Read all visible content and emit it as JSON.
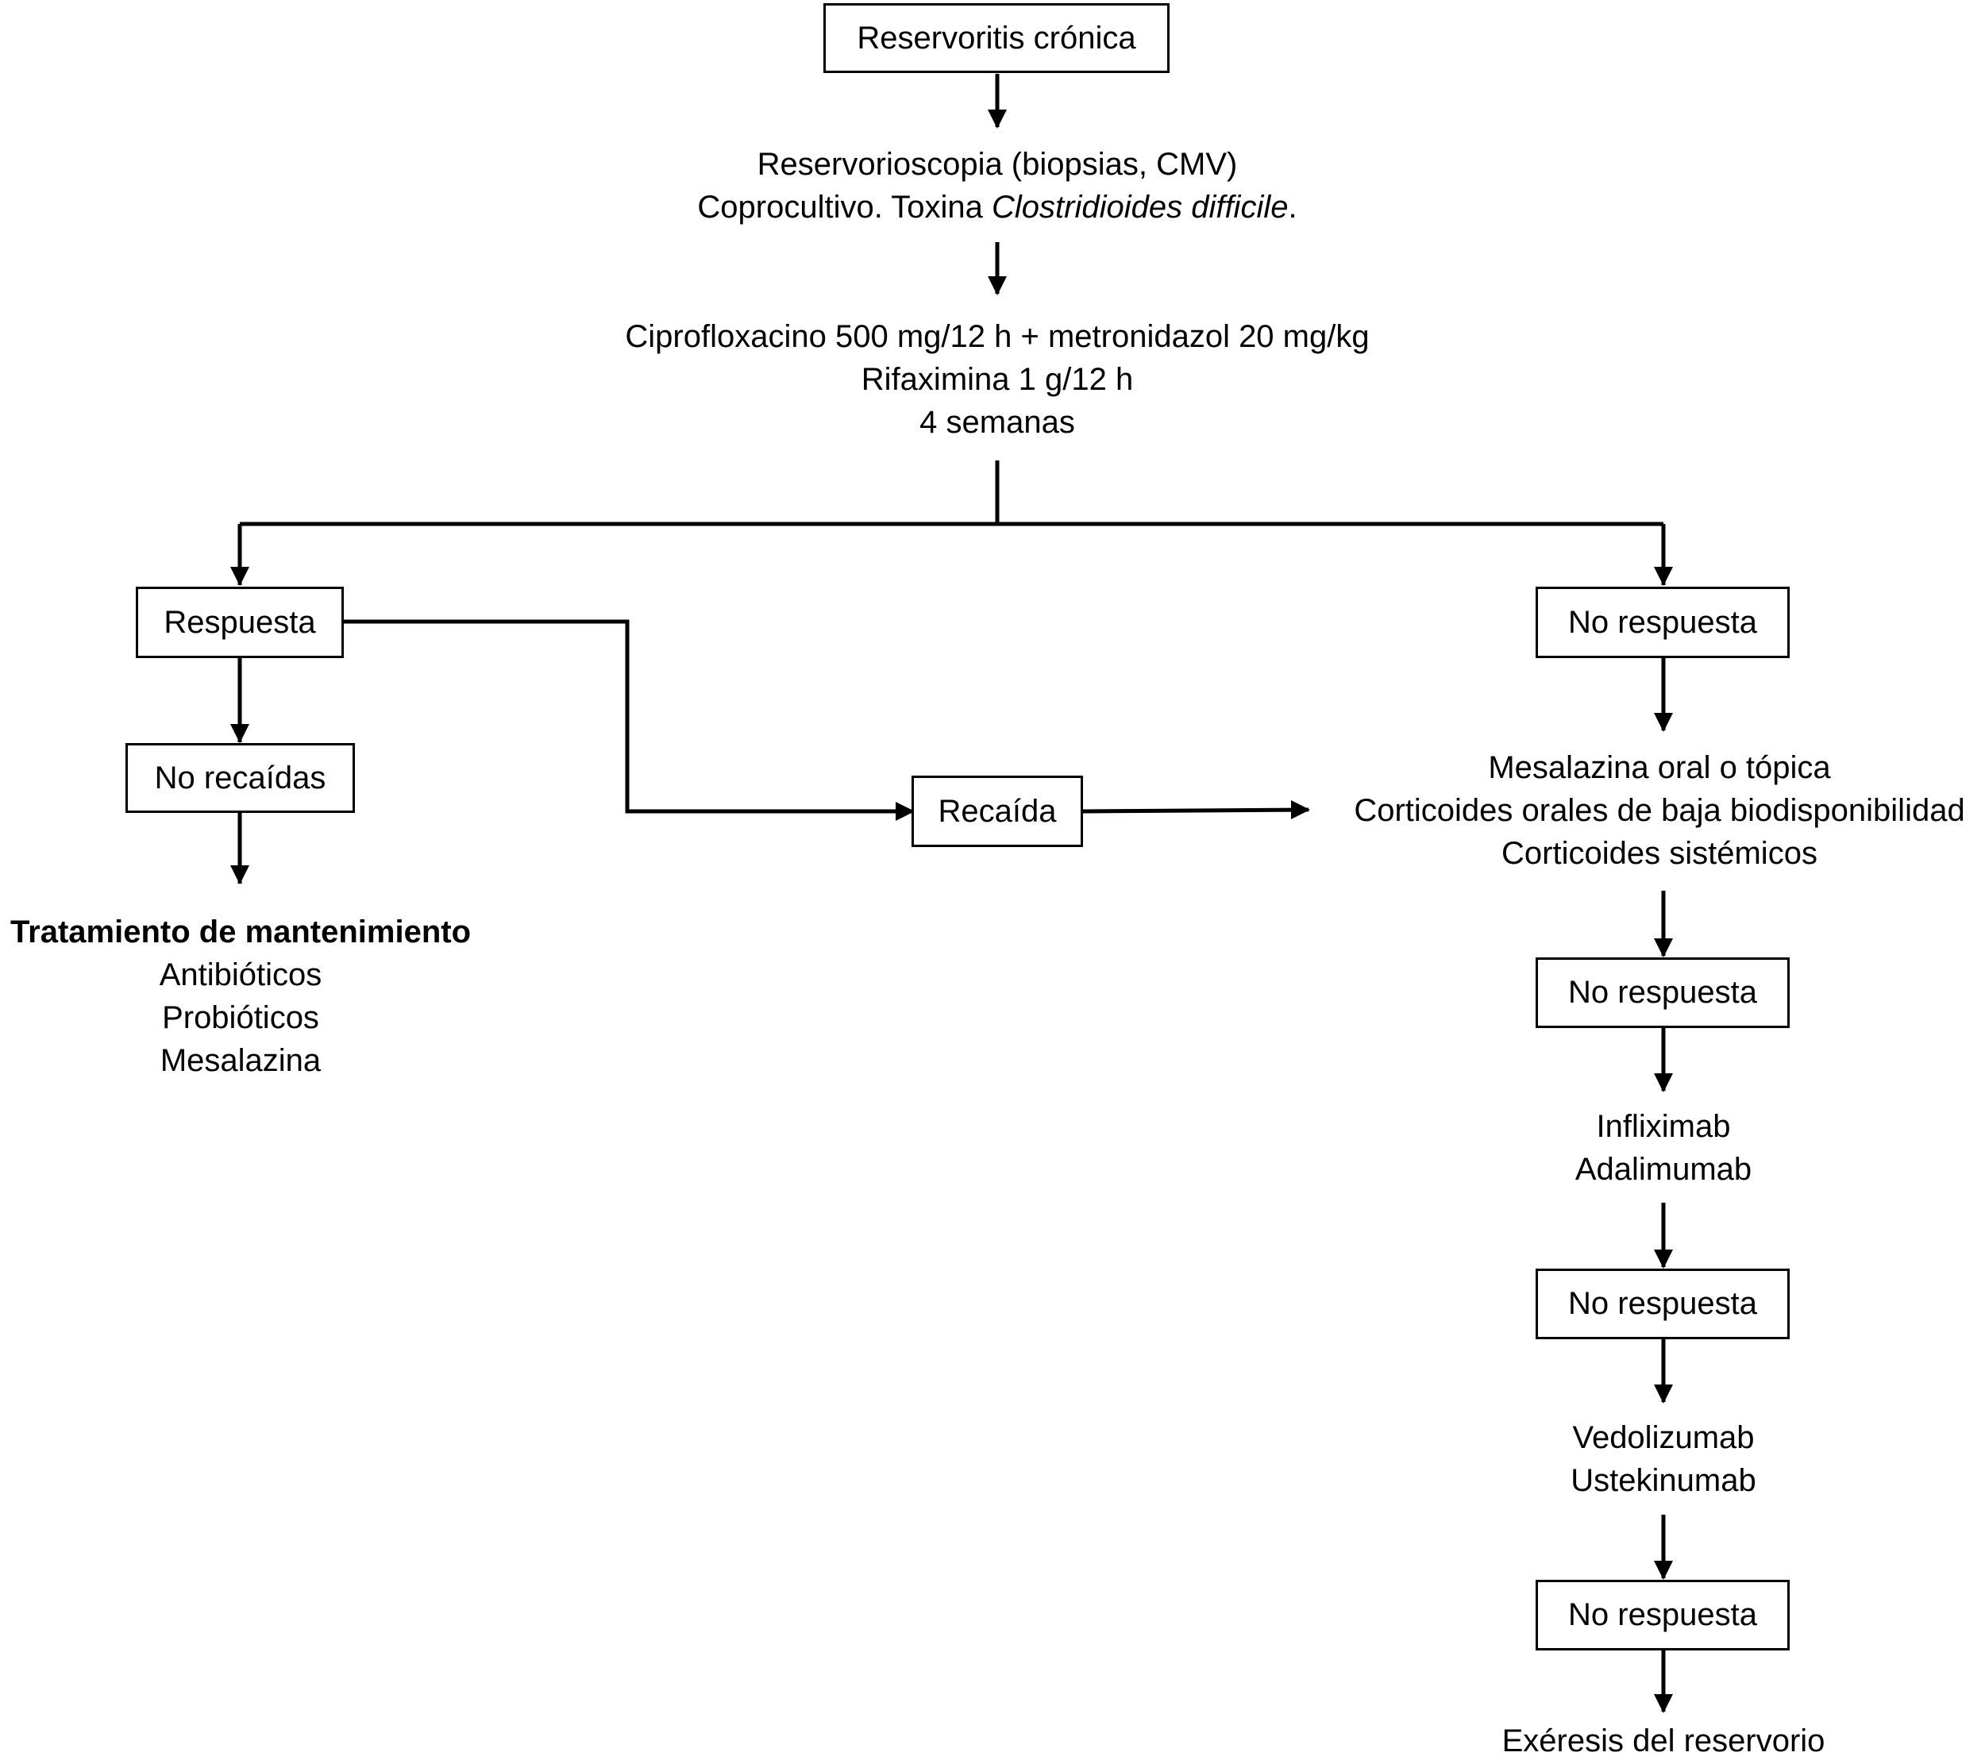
{
  "nodes": {
    "start": "Reservoritis crónica",
    "diagnostics": {
      "line1": "Reservorioscopia (biopsias, CMV)",
      "line2_prefix": "Coprocultivo. Toxina ",
      "line2_italic": "Clostridioides difficile",
      "line2_suffix": "."
    },
    "first_line_treatment": [
      "Ciprofloxacino 500 mg/12 h + metronidazol 20 mg/kg",
      "Rifaximina 1 g/12 h",
      "4 semanas"
    ],
    "response": "Respuesta",
    "no_response_1": "No respuesta",
    "no_relapse": "No recaídas",
    "relapse": "Recaída",
    "maintenance": {
      "title": "Tratamiento de mantenimiento",
      "items": [
        "Antibióticos",
        "Probióticos",
        "Mesalazina"
      ]
    },
    "second_line_treatment": [
      "Mesalazina oral o tópica",
      "Corticoides orales de baja biodisponibilidad",
      "Corticoides sistémicos"
    ],
    "no_response_2": "No respuesta",
    "anti_tnf": [
      "Infliximab",
      "Adalimumab"
    ],
    "no_response_3": "No respuesta",
    "biologics": [
      "Vedolizumab",
      "Ustekinumab"
    ],
    "no_response_4": "No respuesta",
    "surgery": "Exéresis del reservorio"
  }
}
